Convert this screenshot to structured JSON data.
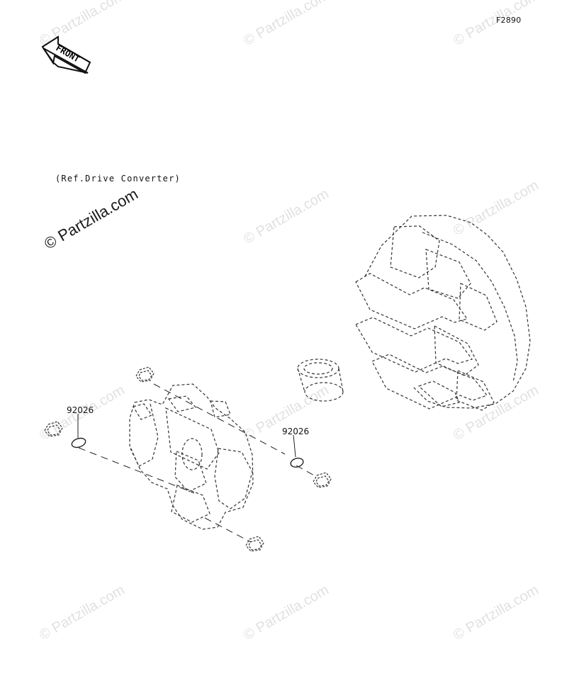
{
  "diagram": {
    "code": "F2890",
    "front_label": "FRONT",
    "ref_note": "(Ref.Drive Converter)",
    "part_labels": [
      "92026",
      "92026"
    ],
    "watermark_text": "© Partzilla.com"
  }
}
